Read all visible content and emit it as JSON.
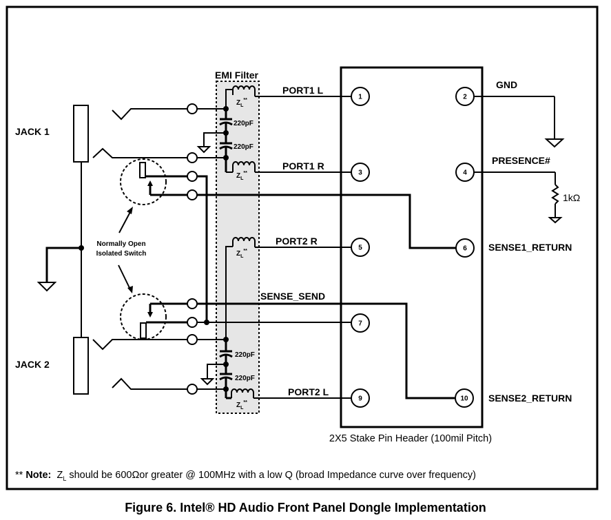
{
  "figure": {
    "caption": "Figure 6.  Intel® HD Audio Front Panel Dongle Implementation"
  },
  "note": {
    "prefix": "** ",
    "bold": "Note:",
    "symbol": "Z",
    "symbol_sub": "L",
    "text": " should be 600Ωor greater @ 100MHz with a low Q (broad Impedance curve over frequency)"
  },
  "jacks": [
    {
      "label": "JACK 1"
    },
    {
      "label": "JACK 2"
    }
  ],
  "switch_annotation": {
    "line1": "Normally Open",
    "line2": "Isolated Switch"
  },
  "emi_filter": {
    "title": "EMI Filter",
    "inductor_label": "Z",
    "inductor_sub": "L",
    "inductor_mark": "**",
    "capacitor_value": "220pF"
  },
  "signals": {
    "port1_l": "PORT1 L",
    "port1_r": "PORT1 R",
    "port2_r": "PORT2 R",
    "port2_l": "PORT2 L",
    "sense_send": "SENSE_SEND",
    "gnd": "GND",
    "presence": "PRESENCE#",
    "sense1_return": "SENSE1_RETURN",
    "sense2_return": "SENSE2_RETURN",
    "resistor": "1kΩ"
  },
  "header": {
    "label": "2X5 Stake Pin Header (100mil Pitch)",
    "pins": [
      "1",
      "2",
      "3",
      "4",
      "5",
      "6",
      "7",
      "9",
      "10"
    ]
  }
}
